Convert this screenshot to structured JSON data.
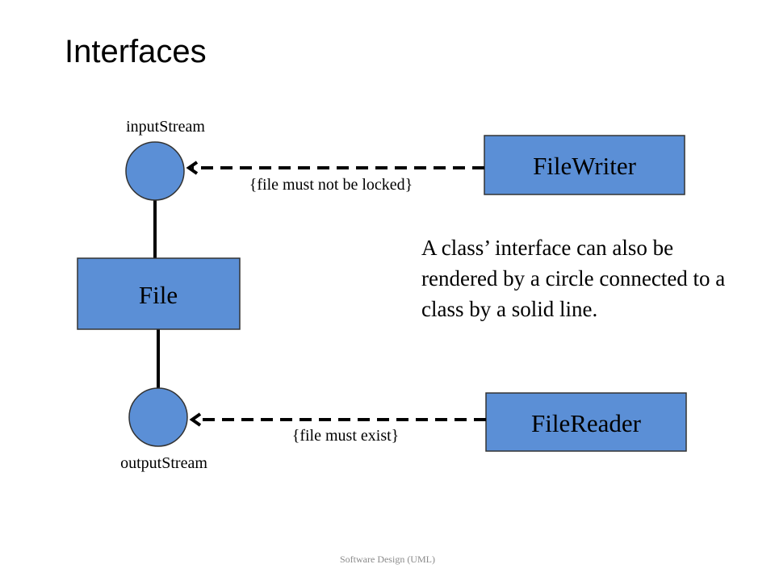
{
  "slide": {
    "title": "Interfaces",
    "footer": "Software Design (UML)"
  },
  "diagram": {
    "fill_color": "#5b8fd6",
    "stroke_color": "#333333",
    "classes": {
      "file": "File",
      "file_writer": "FileWriter",
      "file_reader": "FileReader"
    },
    "interfaces": {
      "input": "inputStream",
      "output": "outputStream"
    },
    "constraints": {
      "writer": "{file must not be locked}",
      "reader": "{file must exist}"
    }
  },
  "note": "A class’ interface can also be rendered by a circle connected to a class by a solid line."
}
